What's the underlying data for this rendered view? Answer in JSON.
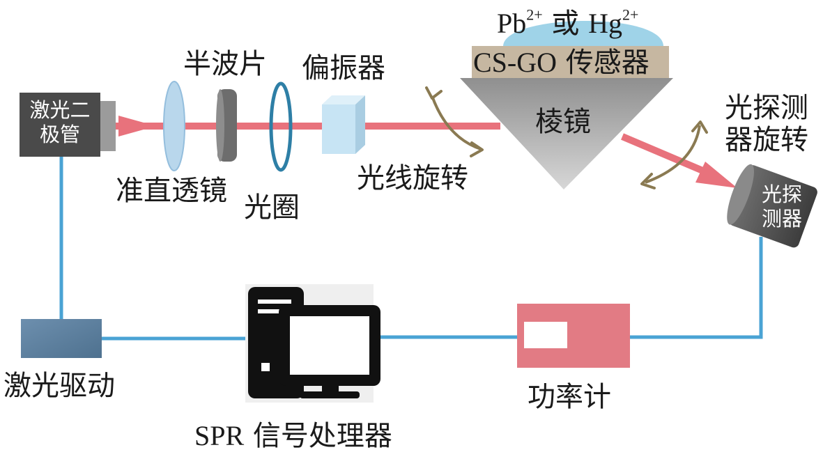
{
  "colors": {
    "beam": "#e8727c",
    "wire": "#4aa3d4",
    "laser_body": "#4a4a4a",
    "laser_tip": "#9b9b9b",
    "lens": "#b9d7ec",
    "halfwave": "#6d6d6d",
    "aperture": "#2e7fa6",
    "polarizer": "#c7e4f4",
    "prism": "#a9a9a9",
    "sensor_film": "#c6b7a1",
    "sample": "#9fd3e8",
    "rotation_arrow": "#8a7a52",
    "detector": "#5a5a5a",
    "laser_driver": "#5a7e9f",
    "power_meter": "#e27b84",
    "computer": "#111111"
  },
  "labels": {
    "laser_diode": [
      "激光二",
      "极管"
    ],
    "collimating_lens": "准直透镜",
    "half_wave_plate": "半波片",
    "aperture": "光圈",
    "polarizer": "偏振器",
    "beam_rotation": "光线旋转",
    "sample": {
      "ion1": "Pb",
      "ion1_charge": "2+",
      "connector": " 或 ",
      "ion2": "Hg",
      "ion2_charge": "2+"
    },
    "sensor": {
      "latin": "CS-GO",
      "cn": " 传感器"
    },
    "prism": "棱镜",
    "detector_rotation": [
      "光探测",
      "器旋转"
    ],
    "detector": [
      "光探",
      "测器"
    ],
    "laser_driver": "激光驱动",
    "signal_processor": {
      "latin": "SPR",
      "cn": " 信号处理器"
    },
    "power_meter": "功率计"
  },
  "icons": {
    "computer": "desktop-computer-icon",
    "rotation": "double-headed-curved-arrow-icon",
    "beam": "laser-beam-arrow-icon"
  }
}
